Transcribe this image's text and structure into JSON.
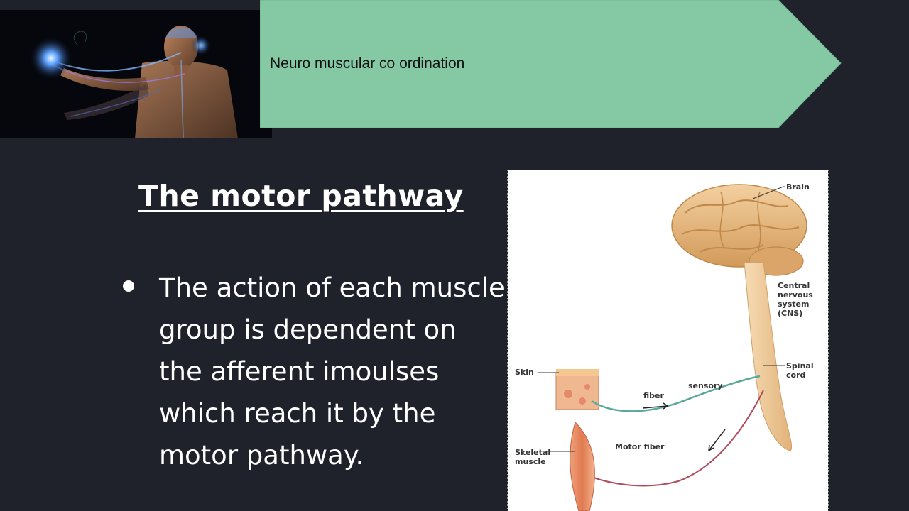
{
  "banner": {
    "title": "Neuro muscular co ordination",
    "color": "#85c8a4"
  },
  "slide": {
    "heading": "The motor pathway",
    "bullet": "The action of each muscle\ngroup is dependent on\nthe afferent imoulses\nwhich reach it by the\nmotor pathway."
  },
  "diagram": {
    "labels": {
      "brain": "Brain",
      "cns": "Central\nnervous\nsystem\n(CNS)",
      "spinal_cord": "Spinal\ncord",
      "skin": "Skin",
      "sensory": "sensory",
      "fiber": "fiber",
      "motor_fiber": "Motor fiber",
      "skeletal_muscle": "Skeletal\nmuscle"
    },
    "colors": {
      "brain": "#e8b67a",
      "sensory_fiber": "#5aa89a",
      "motor_fiber": "#b04a5c",
      "muscle": "#e07a50"
    }
  },
  "background": "#1f222b"
}
